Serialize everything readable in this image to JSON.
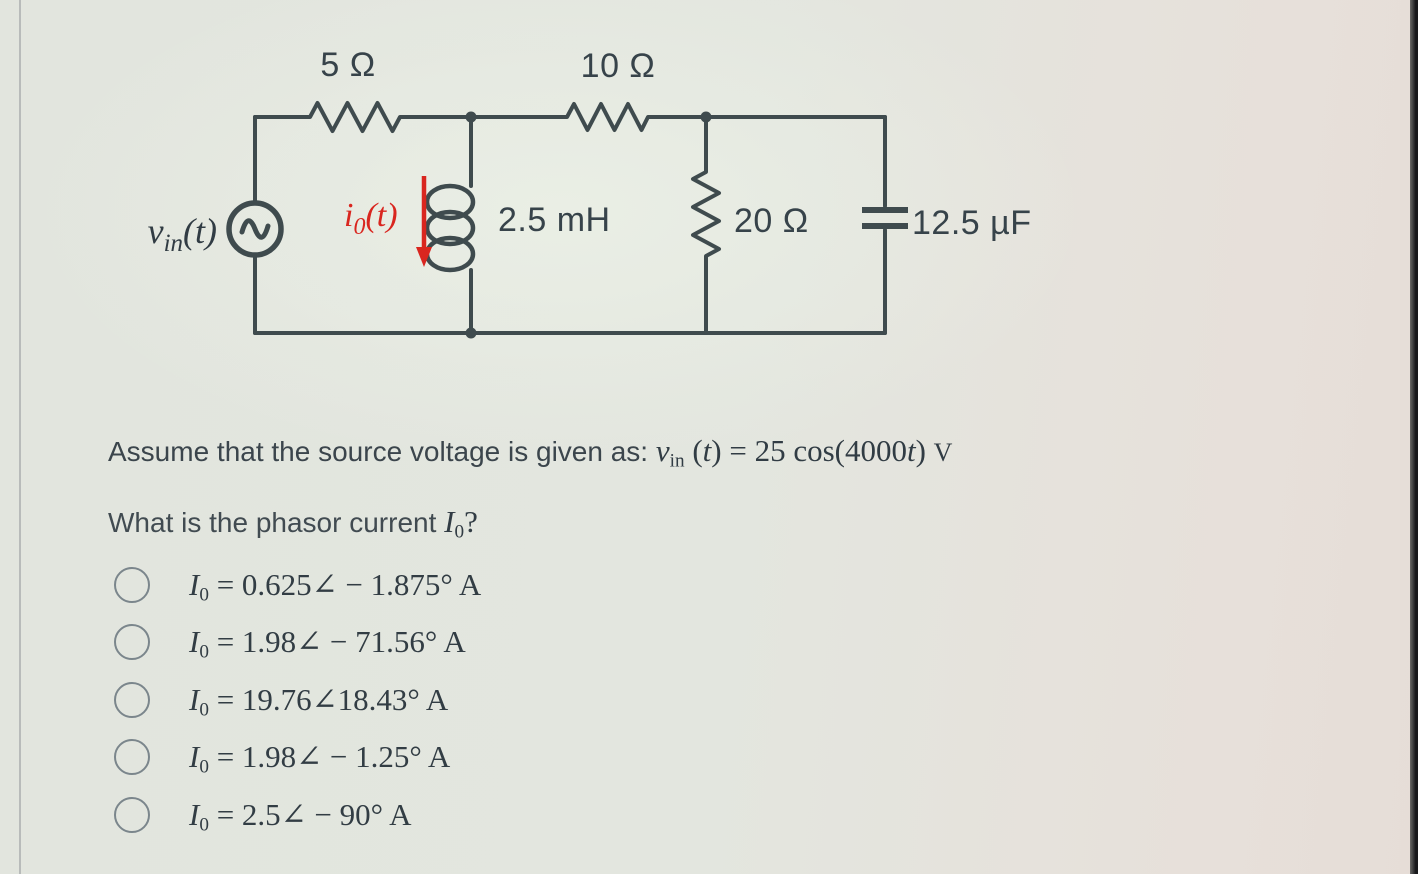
{
  "page": {
    "bg_base": "#e3e6df",
    "accent_red": "#d9261f",
    "circuit_stroke": "#3f4b4e"
  },
  "circuit": {
    "resistor_series_1": {
      "label": "5 Ω"
    },
    "resistor_series_2": {
      "label": "10 Ω"
    },
    "source_label": {
      "sym": "v",
      "sub": "in",
      "rest": "(t)"
    },
    "current_label": {
      "sym": "i",
      "sub": "0",
      "rest": "(t)"
    },
    "inductor": {
      "label": "2.5 mH"
    },
    "resistor_shunt": {
      "label": "20 Ω"
    },
    "capacitor": {
      "label": "12.5 µF"
    }
  },
  "assumption": {
    "prefix": "Assume that the source voltage is given as:",
    "math": {
      "v": "v",
      "sub": "in",
      "p1": " (",
      "t1": "t",
      "p2": ") = 25 cos(4000",
      "t2": "t",
      "p3": ")"
    },
    "unit": "V"
  },
  "question": {
    "prefix": "What is the phasor current",
    "symbol": "I",
    "symbol_sub": "0",
    "suffix": "?"
  },
  "options": [
    {
      "symbol": "I",
      "sub": "0",
      "rest": " = 0.625∠ − 1.875° A"
    },
    {
      "symbol": "I",
      "sub": "0",
      "rest": " = 1.98∠ − 71.56° A"
    },
    {
      "symbol": "I",
      "sub": "0",
      "rest": " = 19.76∠18.43° A"
    },
    {
      "symbol": "I",
      "sub": "0",
      "rest": " = 1.98∠ − 1.25° A"
    },
    {
      "symbol": "I",
      "sub": "0",
      "rest": " = 2.5∠ − 90° A"
    }
  ]
}
